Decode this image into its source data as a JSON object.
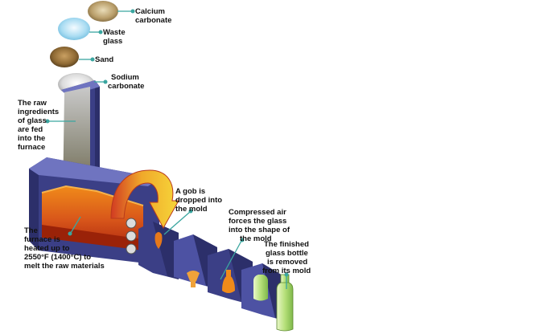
{
  "title": "",
  "colors": {
    "leader": "#3aa6a0",
    "furnace_blue": "#3b3f86",
    "furnace_side": "#4d52a3",
    "furnace_top": "#6f74c0",
    "molten_glass": "#d96a10",
    "molten_glass_deep": "#b7360a",
    "curved_arrow_fill": "#f2c230",
    "curved_arrow_edge": "#c24820",
    "bottle_green": "#b6e07a"
  },
  "labels": {
    "calcium": [
      "Calcium",
      "carbonate"
    ],
    "waste": [
      "Waste",
      "glass"
    ],
    "sand": [
      "Sand"
    ],
    "sodium": [
      "Sodium",
      "carbonate"
    ],
    "raw": [
      "The raw",
      "ingredients",
      "of glass",
      "are fed",
      "into the",
      "furnace"
    ],
    "heated": [
      "The",
      "furnace is",
      "heated up to",
      "2550°F (1400°C) to",
      "melt the raw materials"
    ],
    "gob": [
      "A gob is",
      "dropped into",
      "the mold"
    ],
    "air": [
      "Compressed air",
      "forces the glass",
      "into the shape of",
      "the mold"
    ],
    "finished": [
      "The finished",
      "glass bottle",
      "is removed",
      "from its mold"
    ]
  },
  "icons": {
    "ingredient_piles": "granular-heap-icons",
    "gob_arrow": "curved-drop-arrow-icon",
    "bottle": "glass-bottle-icon"
  }
}
